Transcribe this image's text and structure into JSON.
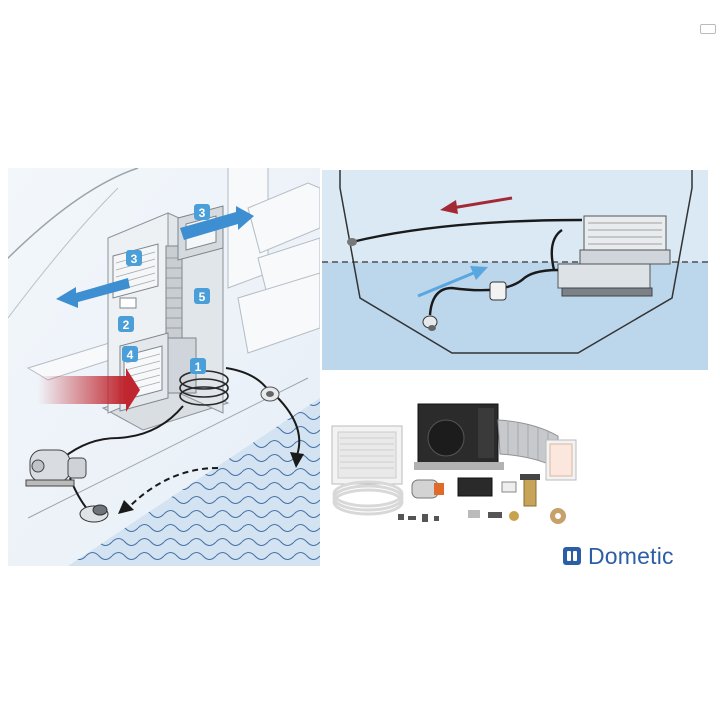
{
  "callouts": [
    "1",
    "2",
    "3",
    "3",
    "4",
    "5"
  ],
  "brand": {
    "name": "Dometic",
    "color": "#2c5ea6"
  },
  "colors": {
    "warm_arrow": "#c0262f",
    "cool_arrow": "#3d8fd1",
    "water": "#bcd6ec",
    "callout_fill": "#4a9fd8"
  }
}
